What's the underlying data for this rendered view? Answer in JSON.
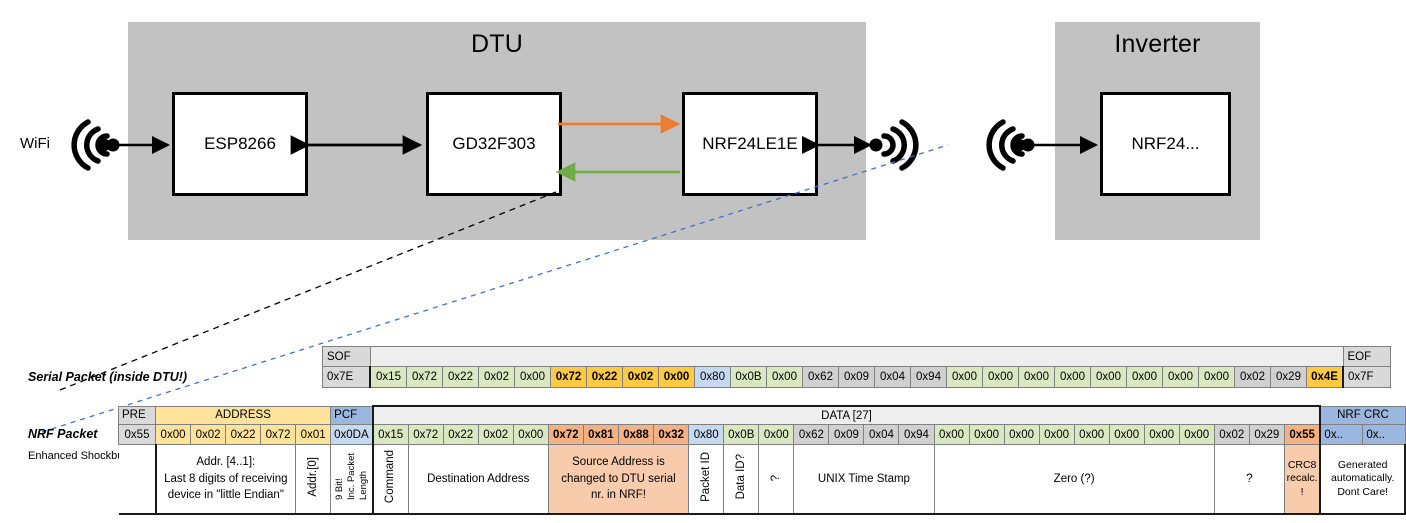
{
  "diagram": {
    "dtu": {
      "title": "DTU",
      "chips": [
        {
          "name": "ESP8266"
        },
        {
          "name": "GD32F303"
        },
        {
          "name": "NRF24LE1E"
        }
      ],
      "wifi_label": "WiFi"
    },
    "inverter": {
      "title": "Inverter",
      "chips": [
        {
          "name": "NRF24..."
        }
      ]
    },
    "colors": {
      "enclosure": "#c2c2c2",
      "arrow_tx": "#ed7d31",
      "arrow_rx": "#70ad47",
      "arrow_bidir": "#000000",
      "callout_serial": "#000000",
      "callout_nrf": "#4472c4"
    }
  },
  "packets": {
    "serial": {
      "label": "Serial Packet (inside DTU!)",
      "sof_header": "SOF",
      "eof_header": "EOF",
      "sof_value": "0x7E",
      "eof_value": "0x7F",
      "bytes": [
        {
          "v": "0x15",
          "c": "green"
        },
        {
          "v": "0x72",
          "c": "green"
        },
        {
          "v": "0x22",
          "c": "green"
        },
        {
          "v": "0x02",
          "c": "green"
        },
        {
          "v": "0x00",
          "c": "green"
        },
        {
          "v": "0x72",
          "c": "amber"
        },
        {
          "v": "0x22",
          "c": "amber"
        },
        {
          "v": "0x02",
          "c": "amber"
        },
        {
          "v": "0x00",
          "c": "amber"
        },
        {
          "v": "0x80",
          "c": "blue"
        },
        {
          "v": "0x0B",
          "c": "green"
        },
        {
          "v": "0x00",
          "c": "green"
        },
        {
          "v": "0x62",
          "c": "grey"
        },
        {
          "v": "0x09",
          "c": "grey"
        },
        {
          "v": "0x04",
          "c": "grey"
        },
        {
          "v": "0x94",
          "c": "grey"
        },
        {
          "v": "0x00",
          "c": "green"
        },
        {
          "v": "0x00",
          "c": "green"
        },
        {
          "v": "0x00",
          "c": "green"
        },
        {
          "v": "0x00",
          "c": "green"
        },
        {
          "v": "0x00",
          "c": "green"
        },
        {
          "v": "0x00",
          "c": "green"
        },
        {
          "v": "0x00",
          "c": "green"
        },
        {
          "v": "0x00",
          "c": "green"
        },
        {
          "v": "0x02",
          "c": "grey"
        },
        {
          "v": "0x29",
          "c": "grey"
        },
        {
          "v": "0x4E",
          "c": "amber"
        }
      ]
    },
    "nrf": {
      "label": "NRF Packet",
      "sublabel": "Enhanced Shockburst",
      "headers": {
        "pre": "PRE",
        "address": "ADDRESS",
        "pcf": "PCF",
        "data": "DATA [27]",
        "crc": "NRF CRC"
      },
      "pre_value": "0x55",
      "address_values": [
        "0x00",
        "0x02",
        "0x22",
        "0x72",
        "0x01"
      ],
      "pcf_value": "0x0DA",
      "crc_values": [
        "0x..",
        "0x.."
      ],
      "bytes": [
        {
          "v": "0x15",
          "c": "green"
        },
        {
          "v": "0x72",
          "c": "green"
        },
        {
          "v": "0x22",
          "c": "green"
        },
        {
          "v": "0x02",
          "c": "green"
        },
        {
          "v": "0x00",
          "c": "green"
        },
        {
          "v": "0x72",
          "c": "salmon"
        },
        {
          "v": "0x81",
          "c": "salmon"
        },
        {
          "v": "0x88",
          "c": "salmon"
        },
        {
          "v": "0x32",
          "c": "salmon"
        },
        {
          "v": "0x80",
          "c": "blue"
        },
        {
          "v": "0x0B",
          "c": "green"
        },
        {
          "v": "0x00",
          "c": "green"
        },
        {
          "v": "0x62",
          "c": "grey"
        },
        {
          "v": "0x09",
          "c": "grey"
        },
        {
          "v": "0x04",
          "c": "grey"
        },
        {
          "v": "0x94",
          "c": "grey"
        },
        {
          "v": "0x00",
          "c": "green"
        },
        {
          "v": "0x00",
          "c": "green"
        },
        {
          "v": "0x00",
          "c": "green"
        },
        {
          "v": "0x00",
          "c": "green"
        },
        {
          "v": "0x00",
          "c": "green"
        },
        {
          "v": "0x00",
          "c": "green"
        },
        {
          "v": "0x00",
          "c": "green"
        },
        {
          "v": "0x00",
          "c": "green"
        },
        {
          "v": "0x02",
          "c": "grey"
        },
        {
          "v": "0x29",
          "c": "grey"
        },
        {
          "v": "0x55",
          "c": "salmon"
        }
      ]
    },
    "annotations": {
      "address_note": "Addr. [4..1]:\nLast 8 digits of receiving\ndevice in \"little Endian\"",
      "addr0": "Addr.[0]",
      "pcf_note": "9 Bit!\nInc. Packet\nLength",
      "command": "Command",
      "destination_address": "Destination Address",
      "source_note": "Source Address is\nchanged to DTU serial\nnr. in NRF!",
      "packet_id": "Packet ID",
      "data_id": "Data ID?",
      "unknown1": "?",
      "unix_time": "UNIX Time Stamp",
      "zero": "Zero (?)",
      "unknown2": "?",
      "crc8": "CRC8\nrecalc.\n!",
      "crc_note": "Generated\nautomatically.\nDont Care!"
    }
  }
}
